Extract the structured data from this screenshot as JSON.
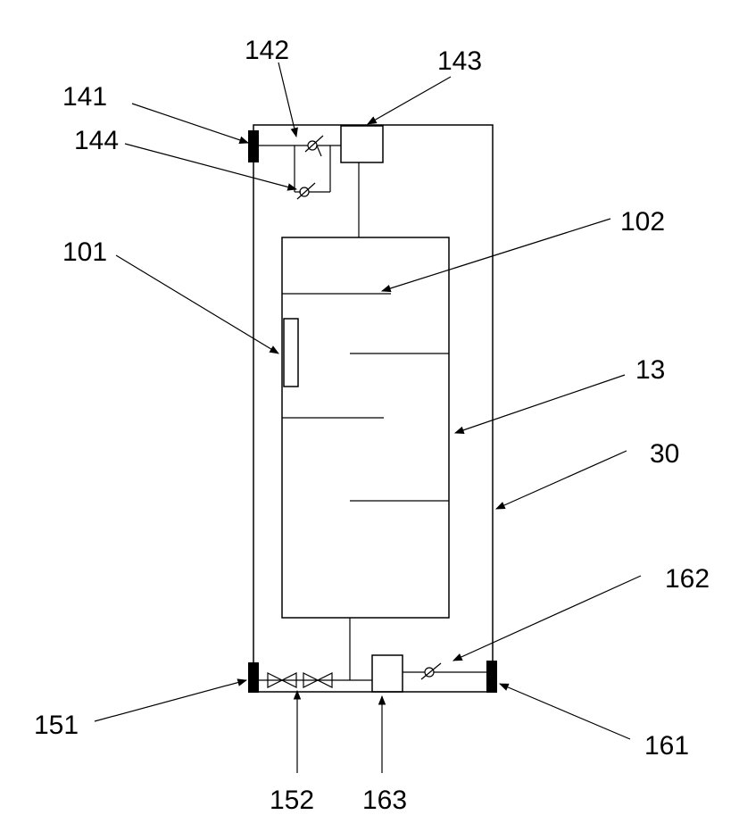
{
  "labels": {
    "l141": "141",
    "l142": "142",
    "l143": "143",
    "l144": "144",
    "l101": "101",
    "l102": "102",
    "l13": "13",
    "l30": "30",
    "l162": "162",
    "l151": "151",
    "l152": "152",
    "l163": "163",
    "l161": "161"
  }
}
